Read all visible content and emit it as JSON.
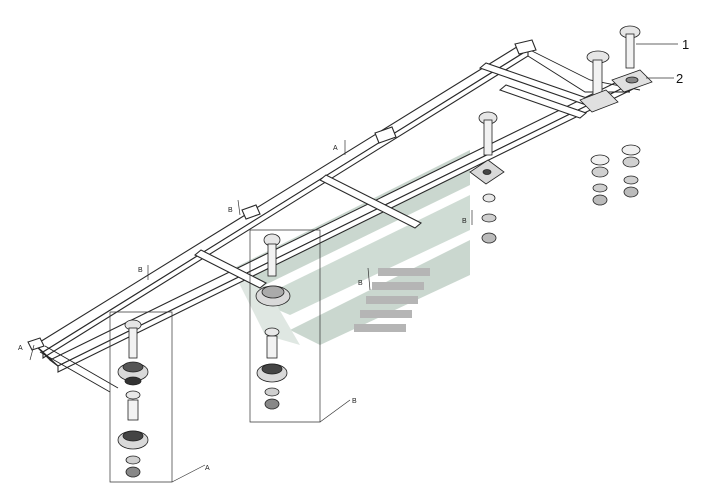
{
  "callouts": [
    {
      "id": "1",
      "label": "1"
    },
    {
      "id": "2",
      "label": "2"
    }
  ],
  "detail_labels": {
    "a": "A",
    "b": "B"
  },
  "section_markers": [
    "A",
    "B",
    "B",
    "A",
    "B",
    "B"
  ],
  "colors": {
    "line": "#222222",
    "watermark": "#8fa89a",
    "part_fill": "#d9d9d9",
    "part_dark": "#555555"
  }
}
